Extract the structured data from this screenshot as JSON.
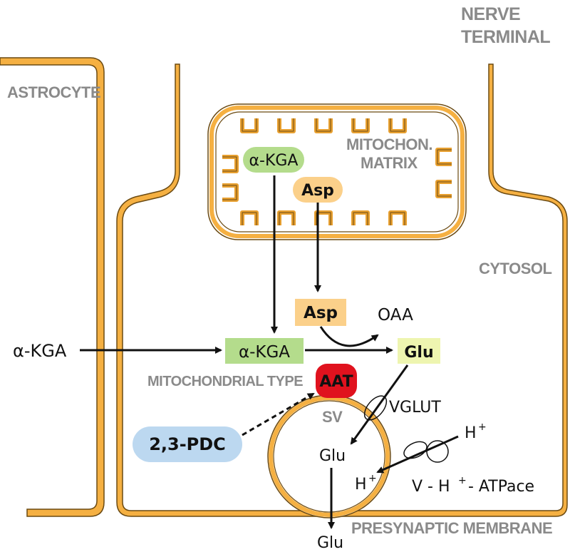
{
  "labels": {
    "nerve_terminal_1": "NERVE",
    "nerve_terminal_2": "TERMINAL",
    "astrocyte": "ASTROCYTE",
    "mito_matrix_1": "MITOCHON.",
    "mito_matrix_2": "MATRIX",
    "cytosol": "CYTOSOL",
    "mitochondrial_type": "MITOCHONDRIAL TYPE",
    "sv": "SV",
    "presynaptic_membrane": "PRESYNAPTIC MEMBRANE"
  },
  "molecules": {
    "akga_mito": "α-KGA",
    "asp_mito": "Asp",
    "asp_cytosol": "Asp",
    "oaa": "OAA",
    "akga_outside": "α-KGA",
    "akga_cytosol": "α-KGA",
    "glu_cytosol": "Glu",
    "aat": "AAT",
    "vglut": "VGLUT",
    "pdc": "2,3-PDC",
    "glu_vesicle": "Glu",
    "h_out": "H",
    "h_in": "H",
    "h_superscript": "+",
    "atpase_v": "V - H",
    "atpase_plus": "+",
    "atpase_rest": " - ATPace",
    "glu_released": "Glu"
  },
  "colors": {
    "membrane": "#f5b042",
    "membrane_edge": "#6b4a12",
    "akga_bg": "#b4dc8c",
    "asp_bg": "#fbd08a",
    "glu_bg": "#eef5b0",
    "aat_bg": "#e0121e",
    "pdc_bg": "#bcd8f0"
  }
}
